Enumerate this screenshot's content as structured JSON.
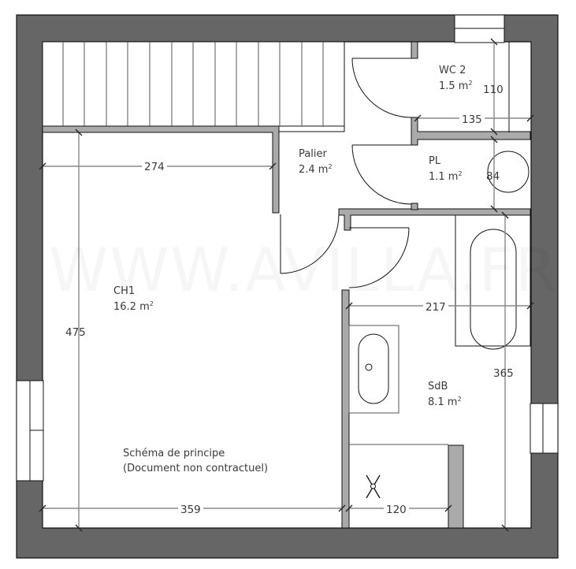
{
  "watermark": "WWW.AVILLA.FR",
  "colors": {
    "exterior_wall": "#666666",
    "interior_wall": "#aaaaaa",
    "line": "#111111",
    "dimension_line": "#888888",
    "text": "#3a3a3a"
  },
  "rooms": [
    {
      "id": "wc2",
      "name": "WC 2",
      "area": "1.5 m",
      "unit_sup": "2"
    },
    {
      "id": "palier",
      "name": "Palier",
      "area": "2.4 m",
      "unit_sup": "2"
    },
    {
      "id": "pl",
      "name": "PL",
      "area": "1.1 m",
      "unit_sup": "2"
    },
    {
      "id": "ch1",
      "name": "CH1",
      "area": "16.2 m",
      "unit_sup": "2"
    },
    {
      "id": "sdb",
      "name": "SdB",
      "area": "8.1 m",
      "unit_sup": "2"
    }
  ],
  "dimensions": {
    "ch1_width_top": "274",
    "ch1_height": "475",
    "ch1_width_bottom": "359",
    "wc2_height": "110",
    "wc2_width": "135",
    "pl_height": "84",
    "sdb_width": "217",
    "sdb_height": "365",
    "shower_width": "120"
  },
  "note": {
    "line1": "Schéma de principe",
    "line2": "(Document non contractuel)"
  }
}
